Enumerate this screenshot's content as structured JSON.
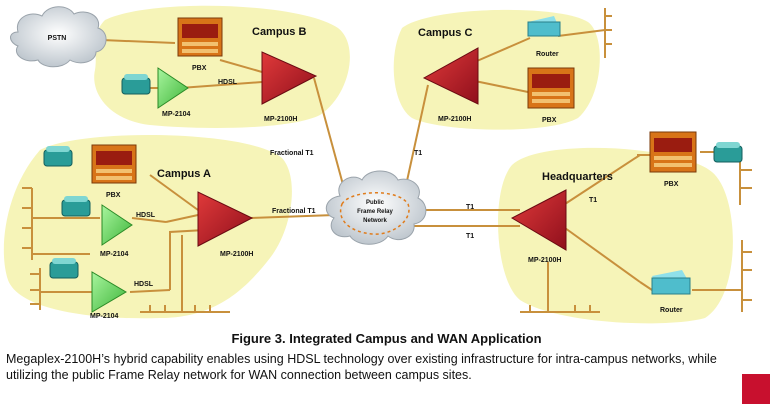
{
  "diagram": {
    "sites": {
      "campus_a": "Campus A",
      "campus_b": "Campus B",
      "campus_c": "Campus C",
      "headquarters": "Headquarters"
    },
    "devices": {
      "pstn": "PSTN",
      "pbx": "PBX",
      "router": "Router",
      "mp2104": "MP-2104",
      "mp2100h": "MP-2100H",
      "frame_relay": [
        "Public",
        "Frame Relay",
        "Network"
      ]
    },
    "links": {
      "hdsl": "HDSL",
      "fractional_t1": "Fractional T1",
      "t1": "T1"
    }
  },
  "figure_title": "Figure 3.  Integrated Campus and WAN Application",
  "caption": "Megaplex-2100H’s hybrid capability enables using HDSL technology over existing infrastructure for intra-campus networks, while utilizing the public Frame Relay network for WAN connection between campus sites.",
  "colors": {
    "campus_fill": "#f6f4b8",
    "line": "#c8903c",
    "mp2100h": "#b81c2c",
    "mp2104": "#6fd86a",
    "pbx": "#d87418",
    "router": "#4fbdcc",
    "phone": "#2a9c98",
    "cloud": "#cfd6dc",
    "accent": "#c8102e"
  }
}
